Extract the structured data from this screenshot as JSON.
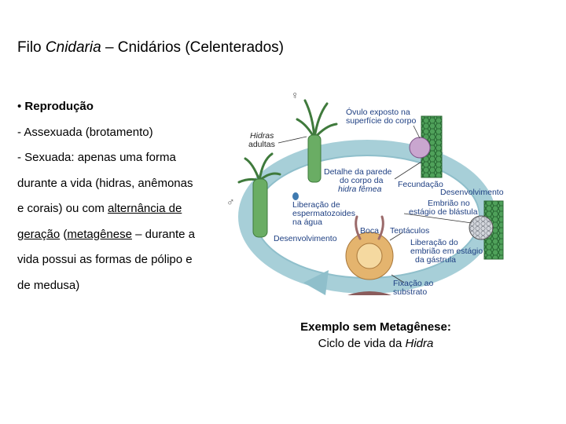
{
  "title": {
    "prefix": "Filo ",
    "italic": "Cnidaria",
    "suffix": " – Cnidários (Celenterados)"
  },
  "content": {
    "bullet": "• ",
    "heading": "Reprodução",
    "line1": "- Assexuada (brotamento)",
    "line2": "- Sexuada: apenas uma forma",
    "line3": "durante a vida (hidras, anêmonas",
    "line4_a": "e corais) ou com ",
    "line4_u": "alternância de",
    "line5_u1": "geração",
    "line5_mid": " (",
    "line5_u2": "metagênese",
    "line5_end": " – durante a",
    "line6": "vida possui as formas de pólipo e",
    "line7": "de medusa)"
  },
  "figure": {
    "symbols": {
      "female": "♀",
      "male": "♂"
    },
    "labels": {
      "hidras_1": "Hidras",
      "hidras_2": "adultas",
      "ovulo_1": "Óvulo exposto na",
      "ovulo_2": "superfície do corpo",
      "detalhe_1": "Detalhe da parede",
      "detalhe_2": "do corpo da",
      "detalhe_3": "hidra fêmea",
      "fecundacao": "Fecundação",
      "desenvolvimento_top": "Desenvolvimento",
      "embriao_1": "Embrião no",
      "embriao_2": "estágio de blástula",
      "liberacao_esp_1": "Liberação de",
      "liberacao_esp_2": "espermatozoides",
      "liberacao_esp_3": "na água",
      "boca": "Boca",
      "tentaculos": "Tentáculos",
      "desenvolvimento_left": "Desenvolvimento",
      "liberacao_emb_1": "Liberação do",
      "liberacao_emb_2": "embrião em estágio",
      "liberacao_emb_3": "da gástrula",
      "fixacao_1": "Fixação ao",
      "fixacao_2": "substrato"
    }
  },
  "caption": {
    "line1": "Exemplo sem Metagênese:",
    "line2_a": "Ciclo de vida da ",
    "line2_it": "Hidra"
  }
}
